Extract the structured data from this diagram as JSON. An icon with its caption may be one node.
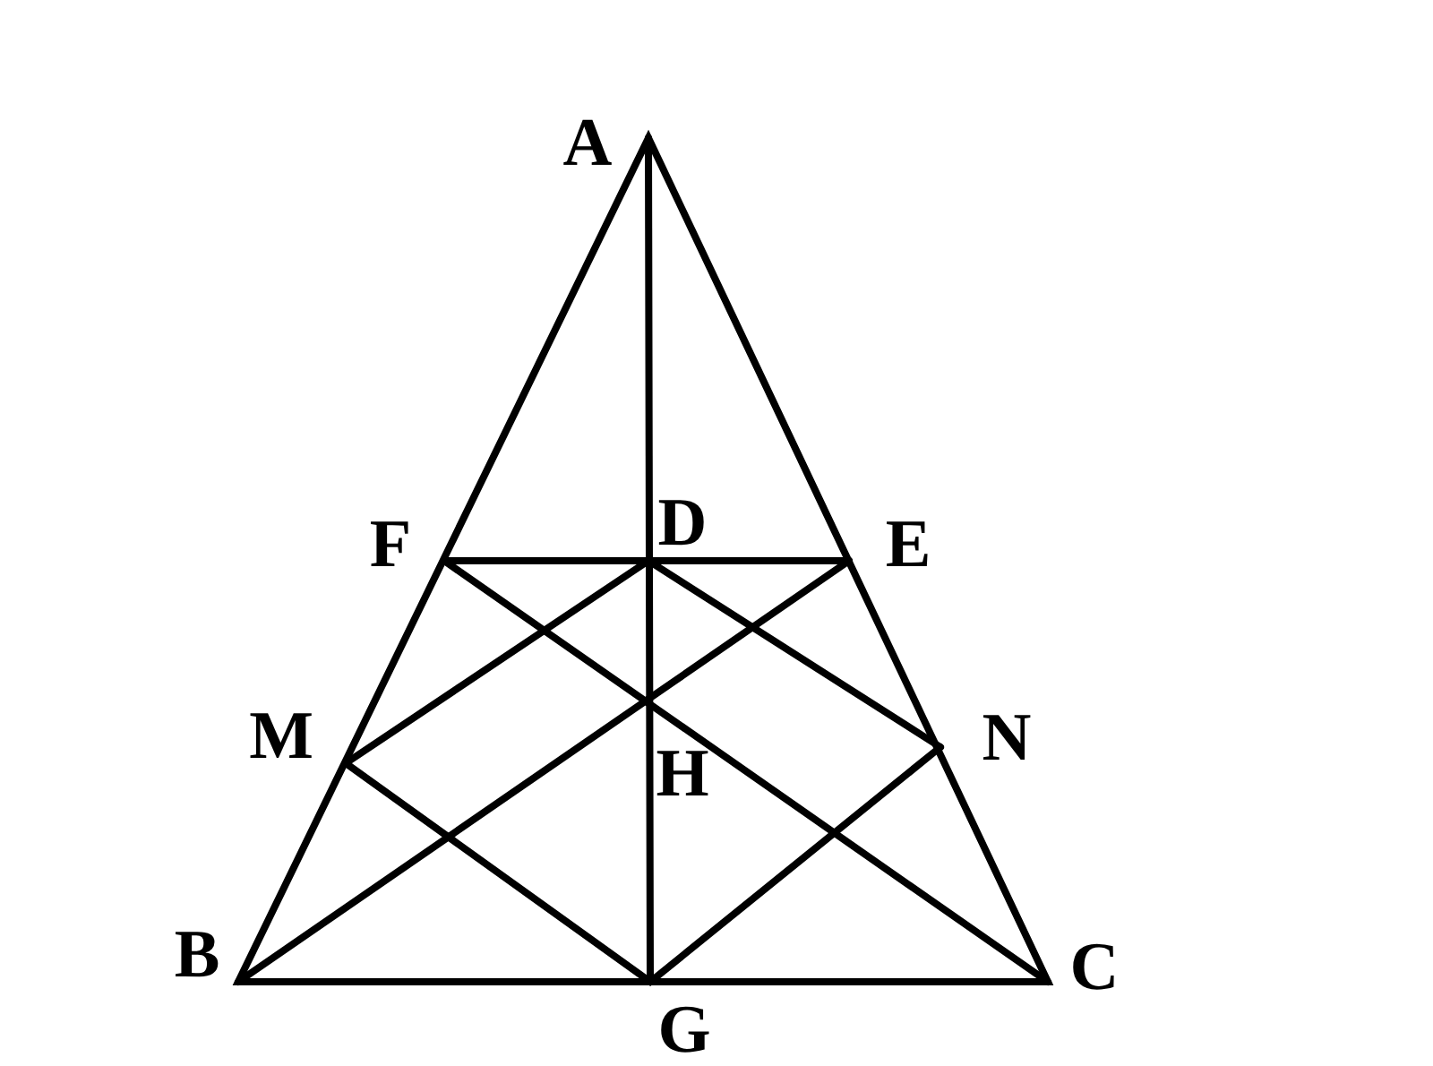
{
  "diagram": {
    "labels": [
      "A",
      "D",
      "F",
      "E",
      "M",
      "N",
      "H",
      "B",
      "C",
      "G"
    ]
  }
}
